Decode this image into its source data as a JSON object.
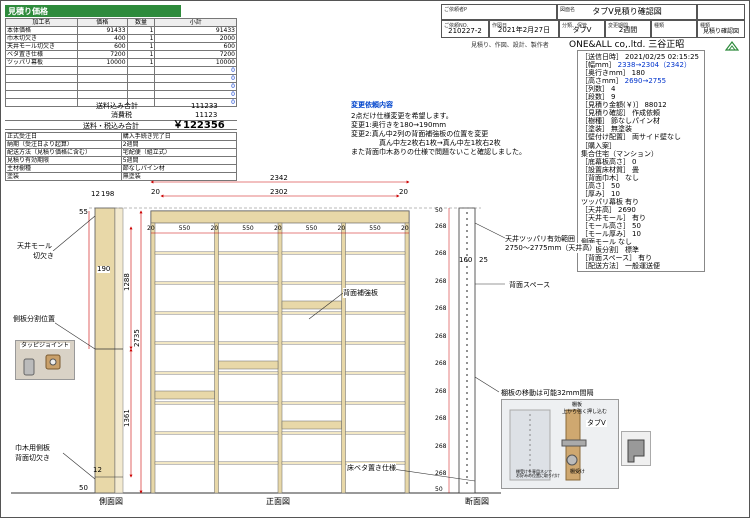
{
  "estimate": {
    "title": "見積り価格",
    "headers": [
      "加工名",
      "価格",
      "数量",
      "小計"
    ],
    "rows": [
      [
        "本体価格",
        "91433",
        "1",
        "91433"
      ],
      [
        "巾木切欠き",
        "400",
        "1",
        "2000"
      ],
      [
        "天井モール切欠き",
        "600",
        "1",
        "600"
      ],
      [
        "ベタ置き仕様",
        "7200",
        "1",
        "7200"
      ],
      [
        "ツッパリ幕板",
        "10000",
        "1",
        "10000"
      ],
      [
        "",
        "",
        "",
        "0"
      ],
      [
        "",
        "",
        "",
        "0"
      ],
      [
        "",
        "",
        "",
        "0"
      ],
      [
        "",
        "",
        "",
        "0"
      ],
      [
        "",
        "",
        "",
        "0"
      ]
    ],
    "shipping_label": "送料込み合計",
    "shipping_value": "111233",
    "tax_label": "消費税",
    "tax_value": "11123",
    "total_label": "送料・税込み合計",
    "total_value": "￥122356",
    "info_rows": [
      [
        "正式受注日",
        "購入手続き完了日"
      ],
      [
        "納期（受注日より起算）",
        "2週間"
      ],
      [
        "配送方法（見積り価格に含む）",
        "宅配便（組立式）"
      ],
      [
        "見積り有効期限",
        "5週間"
      ],
      [
        "主材樹種",
        "節なしパイン材"
      ],
      [
        "塗装",
        "無塗装"
      ]
    ]
  },
  "header": {
    "customer_label": "ご依頼者P",
    "title_label": "図面名",
    "title_value": "タブV見積り確認図",
    "no_label": "ご依頼NO.",
    "no_value": "210227-2",
    "date_label": "作図日",
    "date_value": "2021年2月27日",
    "division_label": "分類、保管",
    "division_value": "2週間",
    "change_label": "変更期間",
    "change_value": "",
    "type_label": "種類",
    "type_value": "タブV",
    "doc_label": "種類",
    "doc_value": "見積り確認図",
    "company_sub": "見積り、作図、設計、製作者",
    "company": "ONE&ALL co,.ltd. 三谷正昭"
  },
  "change": {
    "title": "変更依頼内容",
    "lines": [
      "2点だけ仕様変更を希望します。",
      "変更1:奥行きを180→190mm",
      "変更2:真ん中2列の背面補強板の位置を変更",
      "　　　　真ん中左2枚右1枚→真ん中左1枚右2枚",
      "また背面巾木ありの仕様で問題ないこと確認しました。"
    ]
  },
  "spec": {
    "lines": [
      {
        "k": "［送信日時］",
        "v": "2021/02/25 02:15:25",
        "blue": false
      },
      {
        "k": "［幅mm］",
        "v": "2338→2304（2342）",
        "blue": true
      },
      {
        "k": "［奥行きmm］",
        "v": "180",
        "blue": false
      },
      {
        "k": "［高さmm］",
        "v": "2690→2755",
        "blue": true
      },
      {
        "k": "［列数］",
        "v": "4",
        "blue": false
      },
      {
        "k": "［段数］",
        "v": "9",
        "blue": false
      },
      {
        "k": "［見積り金額(￥)］",
        "v": "88012",
        "blue": false
      },
      {
        "k": "［見積り確認］",
        "v": "作成依頼",
        "blue": false
      },
      {
        "k": "［樹種］",
        "v": "節なしパイン材",
        "blue": false
      },
      {
        "k": "［塗装］",
        "v": "無塗装",
        "blue": false
      },
      {
        "k": "［壁付け配置］",
        "v": "両サイド壁なし",
        "blue": false
      },
      {
        "k": "［購入案］",
        "v": "",
        "blue": false
      },
      {
        "k": "集合住宅（マンション）",
        "v": "",
        "blue": false
      },
      {
        "k": "［底幕板高さ］",
        "v": "0",
        "blue": false
      },
      {
        "k": "［設置床材質］",
        "v": "畳",
        "blue": false
      },
      {
        "k": "［背面巾木］",
        "v": "なし",
        "blue": false
      },
      {
        "k": "［高さ］",
        "v": "50",
        "blue": false
      },
      {
        "k": "［厚み］",
        "v": "10",
        "blue": false
      },
      {
        "k": "ツッパリ幕板",
        "v": "有り",
        "blue": false
      },
      {
        "k": "［天井高］",
        "v": "2690",
        "blue": false
      },
      {
        "k": "［天井モール］",
        "v": "有り",
        "blue": false
      },
      {
        "k": "［モール高さ］",
        "v": "50",
        "blue": false
      },
      {
        "k": "［モール厚み］",
        "v": "10",
        "blue": false
      },
      {
        "k": "側面モール",
        "v": "なし",
        "blue": false
      },
      {
        "k": "［側板分割］",
        "v": "標準",
        "blue": false
      },
      {
        "k": "［背面スペース］",
        "v": "有り",
        "blue": false
      },
      {
        "k": "［配送方法］",
        "v": "一般運送便",
        "blue": false
      }
    ]
  },
  "front": {
    "overall_width": "2342",
    "inner_width": "2302",
    "side_left": "20",
    "side_right": "20",
    "top_dims": [
      "20",
      "550",
      "20",
      "550",
      "20",
      "550",
      "20",
      "550",
      "20"
    ],
    "height_total": "2735",
    "back_brace_label": "背面補強板",
    "floor_label": "床ベタ置き仕様",
    "caption": "正面図"
  },
  "side": {
    "top_w1": "12",
    "top_w2": "198",
    "w_label": "190",
    "top_h": "55",
    "h_upper": "1288",
    "h_lower": "1361",
    "bottom_h": "50",
    "small_h": "12",
    "ceiling_label": "天井モール",
    "ceiling_label2": "切欠き",
    "split_label": "側板分割位置",
    "joint_label": "タッピジョイント",
    "baseboard_label": "巾木用側板",
    "baseboard_label2": "背面切欠き",
    "caption": "側面図"
  },
  "section": {
    "dims": [
      "50",
      "268",
      "268",
      "268",
      "268",
      "268",
      "268",
      "268",
      "268",
      "268",
      "268",
      "50"
    ],
    "w1": "160",
    "w2": "25",
    "effective_label": "天井ツッパリ有効範囲",
    "effective_value": "2750～2775mm（天井高）",
    "back_space_label": "背面スペース",
    "shelf_move_label": "棚板の移動は可能32mm間隔",
    "caption": "断面図",
    "photo_caption1": "棚板",
    "photo_caption2": "上から強く押し込む",
    "photo_caption3": "タブV",
    "photo_note": "棚受けを専用ネジで\nお好みの位置に取り付け",
    "photo_note2": "棚受け"
  },
  "colors": {
    "green": "#2e8b3c",
    "red": "#c00000",
    "blue": "#0033cc",
    "wood": "#e8d8a8"
  }
}
